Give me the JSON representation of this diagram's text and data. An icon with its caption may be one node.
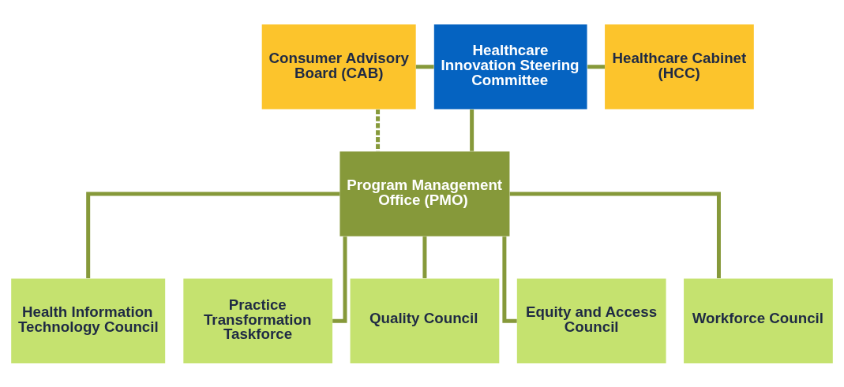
{
  "diagram": {
    "nodes": [
      {
        "text": [
          "Consumer Advisory Board (CAB)"
        ]
      },
      {
        "text": [
          "Healthcare Innovation Steering Committee"
        ]
      },
      {
        "text": [
          "Healthcare Cabinet (HCC)"
        ]
      },
      {
        "text": [
          "Program Management Office (PMO)"
        ]
      },
      {
        "text": [
          "Health Information Technology Council"
        ]
      },
      {
        "text": [
          "Practice Transformation Taskforce"
        ]
      },
      {
        "text": [
          "Quality Council"
        ]
      },
      {
        "text": [
          "Equity and Access Council"
        ]
      },
      {
        "text": [
          "Workforce Council"
        ]
      }
    ],
    "edges": [
      {
        "from": 0,
        "to": 1,
        "arrow": "none"
      },
      {
        "from": 1,
        "to": 2,
        "arrow": "none"
      },
      {
        "from": 1,
        "to": 3,
        "arrow": "none"
      },
      {
        "from": 0,
        "to": 3,
        "arrow": "none",
        "style": "dashed"
      },
      {
        "from": 3,
        "to": 4,
        "arrow": "none"
      },
      {
        "from": 3,
        "to": 5,
        "arrow": "none"
      },
      {
        "from": 3,
        "to": 6,
        "arrow": "none"
      },
      {
        "from": 3,
        "to": 7,
        "arrow": "none"
      },
      {
        "from": 3,
        "to": 8,
        "arrow": "none"
      }
    ]
  }
}
